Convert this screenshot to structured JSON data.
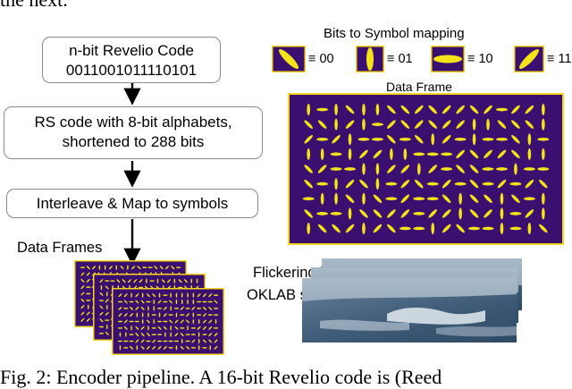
{
  "top_text": "the next.",
  "flow": {
    "code_title": "n-bit Revelio Code",
    "code_bits": "0011001011110101",
    "rs_line1": "RS code with 8-bit alphabets,",
    "rs_line2": "shortened to 288 bits",
    "interleave": "Interleave & Map to symbols",
    "data_frames": "Data Frames"
  },
  "mapping": {
    "title": "Bits to Symbol mapping",
    "items": [
      {
        "symbol": "diagonal-down",
        "label": "≡ 00"
      },
      {
        "symbol": "vertical",
        "label": "≡ 01"
      },
      {
        "symbol": "horizontal",
        "label": "≡ 10"
      },
      {
        "symbol": "diagonal-up",
        "label": "≡ 11"
      }
    ]
  },
  "data_frame_title": "Data Frame",
  "flicker": {
    "line1": "Flickering in",
    "line2": "OKLAB space",
    "plus": "✚"
  },
  "caption": "Fig. 2:  Encoder pipeline. A 16-bit Revelio code is (Reed",
  "colors": {
    "frame_bg": "#3b0f6f",
    "frame_border": "#f2d51c",
    "symbol": "#f5e31a",
    "box_border": "#8a8a8a"
  }
}
